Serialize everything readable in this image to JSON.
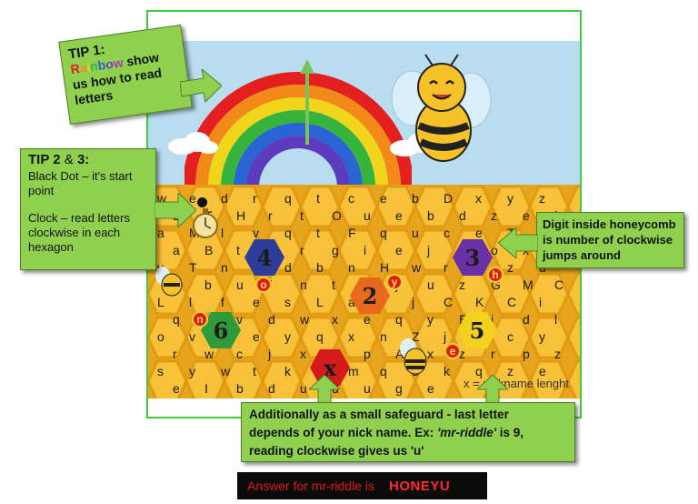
{
  "tip1": {
    "heading": "TIP 1:",
    "rainbow_word": [
      "R",
      "a",
      "i",
      "n",
      "b",
      "o",
      "w"
    ],
    "rainbow_colors": [
      "#e31f1f",
      "#f28a1a",
      "#e8d21b",
      "#36b33a",
      "#2a63d3",
      "#6c3bbd",
      "#a33ab8"
    ],
    "rest": "show us how to read letters"
  },
  "tip23": {
    "heading": "TIP 2",
    "heading_amp": "&",
    "heading_tail": "3:",
    "dot_text": "Black Dot – it's start point",
    "clock_text": "Clock – read letters clockwise in each hexagon"
  },
  "tip_digit": {
    "text": "Digit inside honeycomb is number of clockwise jumps around"
  },
  "safeguard": {
    "line1": "Additionally as a small safeguard - last letter",
    "line2": "depends of your nick name. Ex: ",
    "nick": "'mr-riddle'",
    "line2b": " is 9,",
    "line3": "reading clockwise gives us 'u'"
  },
  "puzzle": {
    "nickname_caption": "x = nickname lenght",
    "digits": {
      "d4": "4",
      "d2": "2",
      "d3": "3",
      "d6": "6",
      "d5": "5",
      "dx": "x"
    },
    "hex_colors": {
      "d4": "#2c3e9a",
      "d2": "#e8691d",
      "d3": "#6b2fa6",
      "d6": "#2f9a3a",
      "d5": "#f2d21c",
      "dx": "#d51a1a"
    },
    "answer_dots": {
      "o": "o",
      "y": "y",
      "h": "h",
      "n": "n",
      "e": "e"
    },
    "letters": [
      "w",
      "e",
      "d",
      "r",
      "q",
      "t",
      "c",
      "e",
      "b",
      "D",
      "x",
      "y",
      "z",
      "E",
      "T",
      "H",
      "r",
      "t",
      "O",
      "u",
      "e",
      "b",
      "d",
      "z",
      "e",
      "i",
      "a",
      "M",
      "l",
      "v",
      "q",
      "t",
      "F",
      "q",
      "u",
      "c",
      "e",
      "T",
      "f",
      "a",
      "B",
      "t",
      "x",
      "r",
      "g",
      "i",
      "e",
      "j",
      "E",
      "o",
      "x",
      "d",
      "v",
      "T",
      "n",
      "u",
      "d",
      "b",
      "n",
      "H",
      "w",
      "r",
      "e",
      "z",
      "u",
      "P",
      "b",
      "u",
      "f",
      "n",
      "t",
      "f",
      "j",
      "u",
      "z",
      "G",
      "M",
      "C",
      "L",
      "l",
      "f",
      "e",
      "s",
      "L",
      "a",
      "t",
      "j",
      "C",
      "K",
      "C",
      "i",
      "q",
      "r",
      "v",
      "d",
      "w",
      "x",
      "e",
      "q",
      "y",
      "E",
      "i",
      "d",
      "l",
      "o",
      "v",
      "q",
      "e",
      "y",
      "q",
      "x",
      "n",
      "Z",
      "j",
      "n",
      "c",
      "y",
      "r",
      "w",
      "c",
      "j",
      "x",
      "g",
      "p",
      "A",
      "x",
      "z",
      "r",
      "p",
      "z",
      "s",
      "y",
      "w",
      "t",
      "k",
      "q",
      "m",
      "q",
      "u",
      "k",
      "q",
      "z",
      "e",
      "e",
      "I",
      "b",
      "d",
      "u",
      "d",
      "u",
      "g",
      "e"
    ]
  },
  "answer_bar": {
    "label": "Answer for mr-riddle is",
    "value": "HONEYU"
  }
}
